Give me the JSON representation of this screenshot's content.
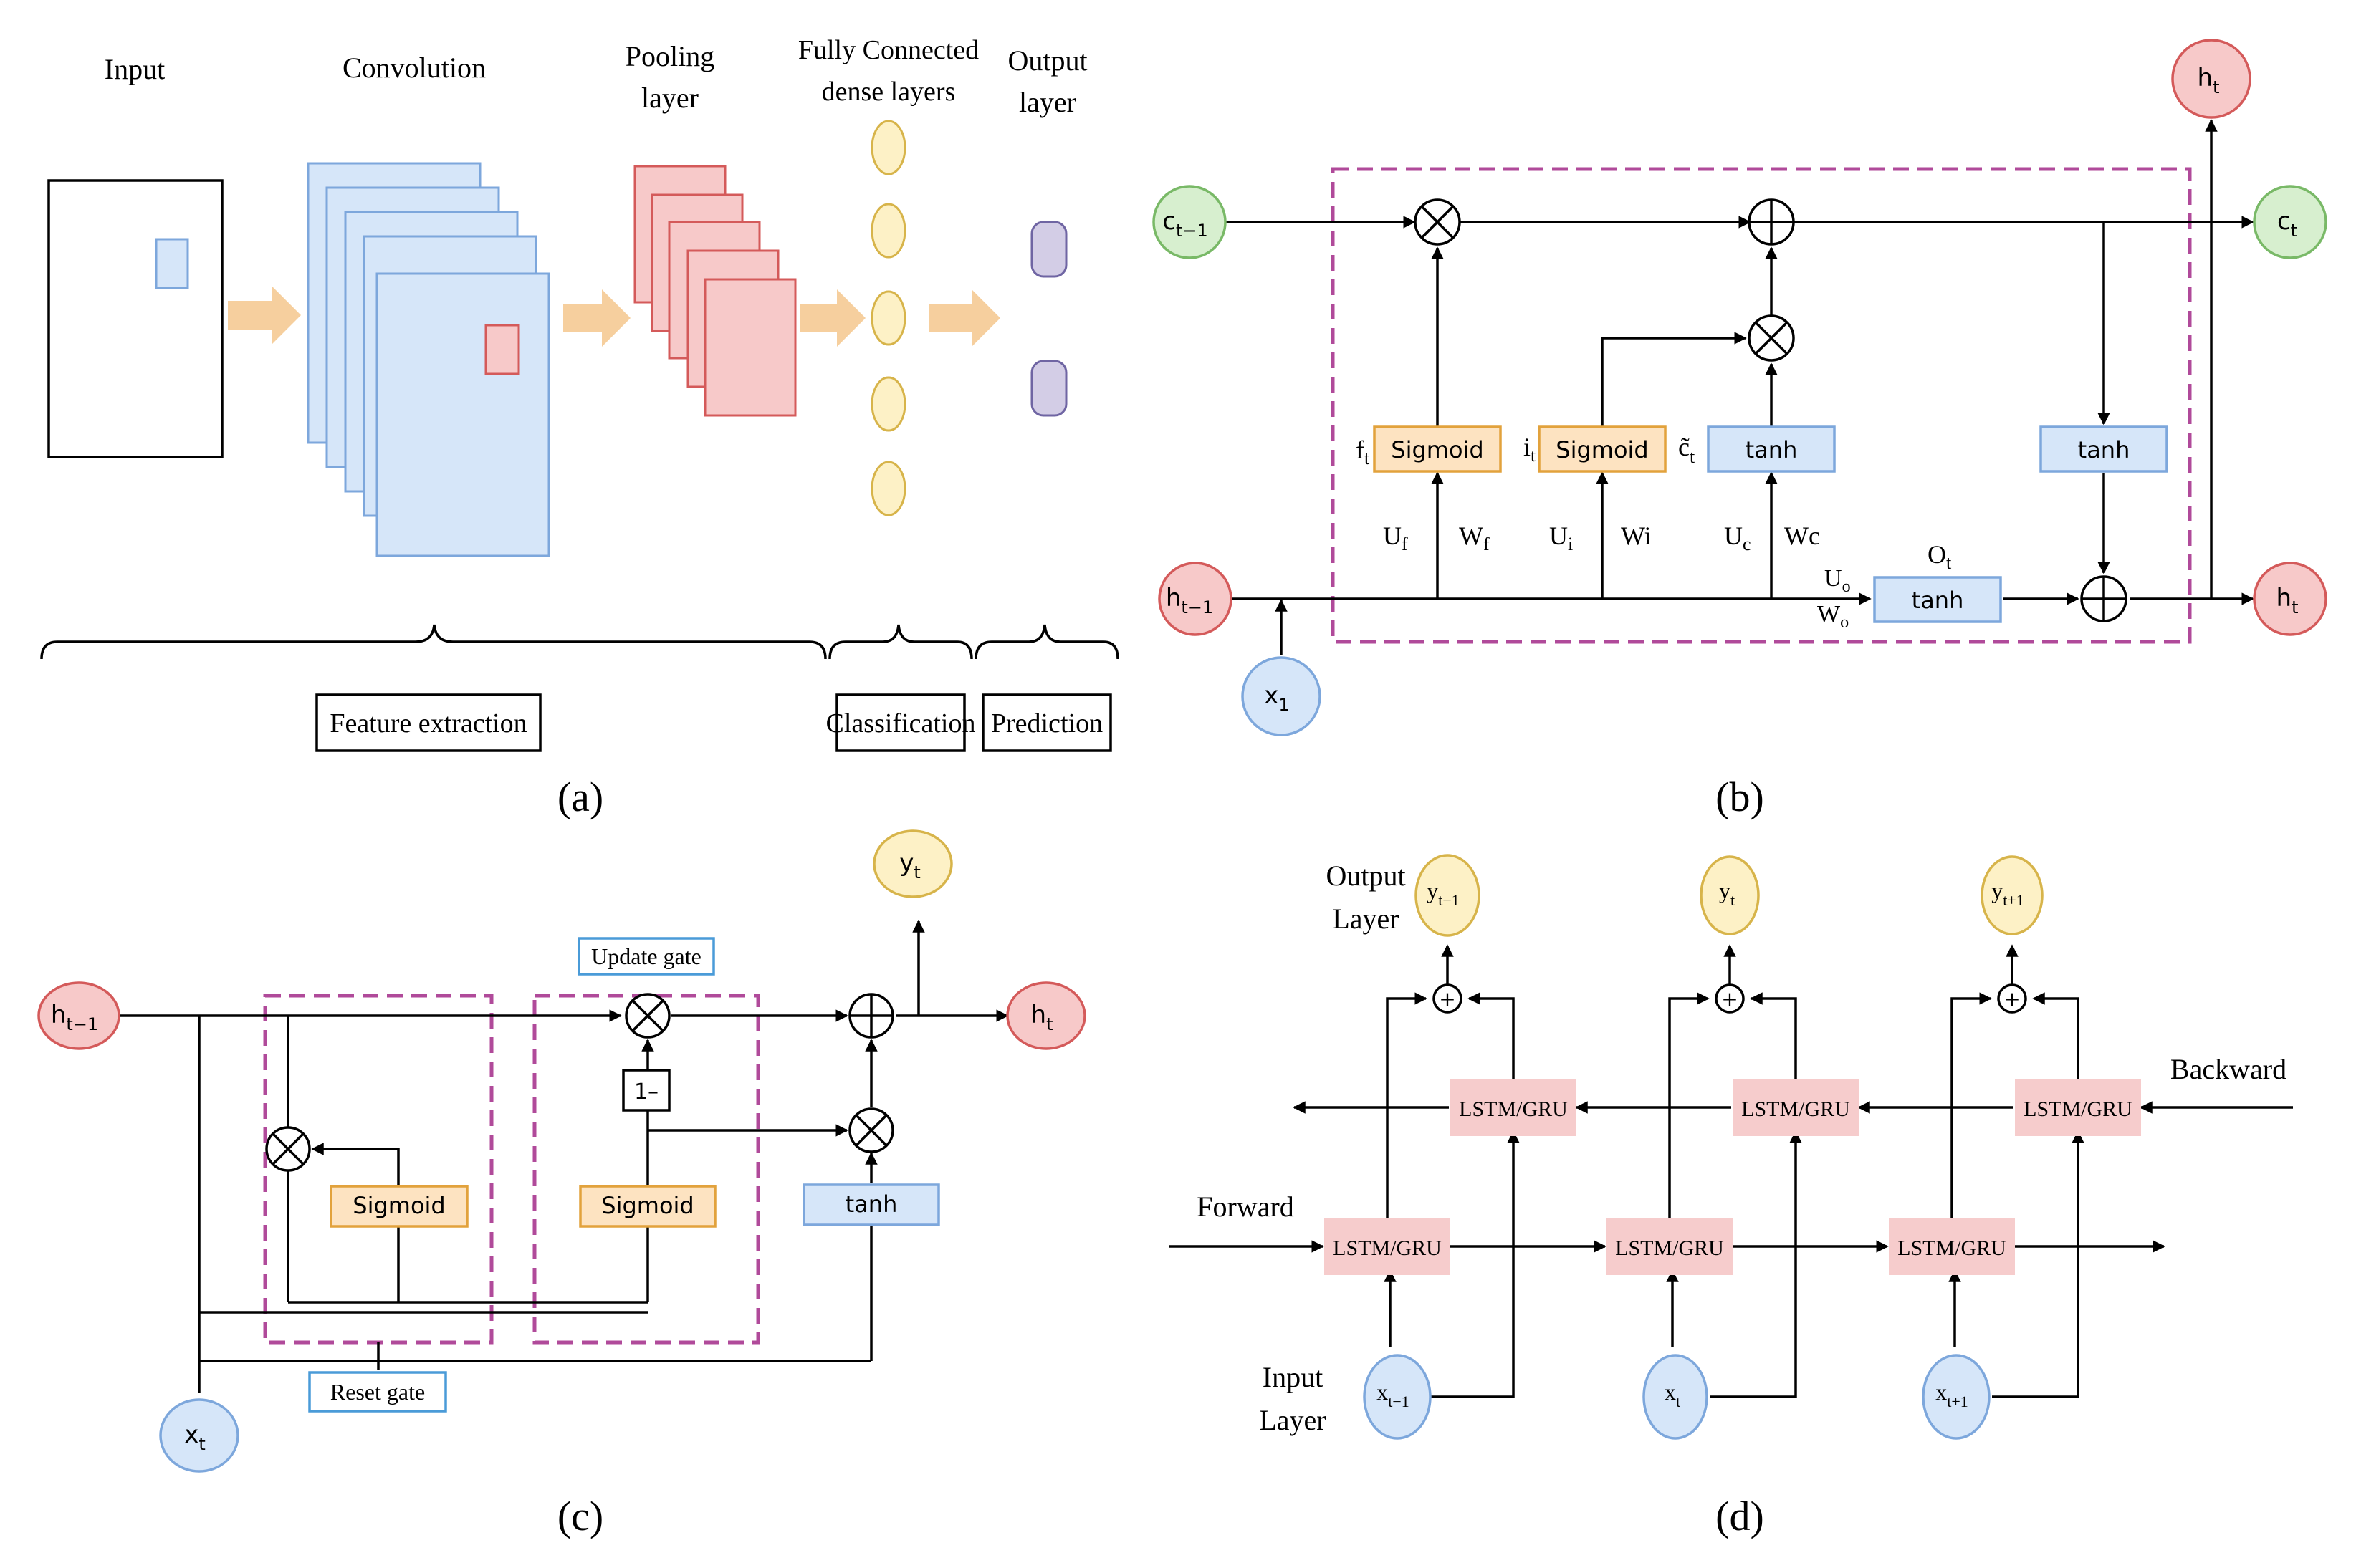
{
  "panel_a": {
    "caption": "(a)",
    "label_input": "Input",
    "label_convolution": "Convolution",
    "label_pooling": [
      "Pooling",
      "layer"
    ],
    "label_fc": [
      "Fully Connected",
      "dense layers"
    ],
    "label_output": [
      "Output",
      "layer"
    ],
    "box_feature": "Feature extraction",
    "box_classification": "Classification",
    "box_prediction": "Prediction"
  },
  "panel_b": {
    "caption": "(b)",
    "node_c_prev": "c",
    "node_c_prev_sub": "t−1",
    "node_c_out": "c",
    "node_c_out_sub": "t",
    "node_h_prev": "h",
    "node_h_prev_sub": "t−1",
    "node_h_out": "h",
    "node_h_out_sub": "t",
    "node_h_top": "h",
    "node_h_top_sub": "t",
    "node_x": "x",
    "node_x_sub": "1",
    "gate_f": "Sigmoid",
    "gate_i": "Sigmoid",
    "gate_c": "tanh",
    "gate_o": "tanh",
    "gate_right": "tanh",
    "label_ft": "f",
    "label_ft_sub": "t",
    "label_it": "i",
    "label_it_sub": "t",
    "label_ct": "c̃",
    "label_ct_sub": "t",
    "label_ot": "O",
    "label_ot_sub": "t",
    "label_uf": "U",
    "label_uf_sub": "f",
    "label_wf": "W",
    "label_wf_sub": "f",
    "label_ui": "U",
    "label_ui_sub": "i",
    "label_wi": "Wi",
    "label_uc": "U",
    "label_uc_sub": "c",
    "label_wc": "Wc",
    "label_uo": "U",
    "label_uo_sub": "o",
    "label_wo": "W",
    "label_wo_sub": "o"
  },
  "panel_c": {
    "caption": "(c)",
    "node_h_prev": "h",
    "node_h_prev_sub": "t−1",
    "node_h_out": "h",
    "node_h_out_sub": "t",
    "node_y": "y",
    "node_y_sub": "t",
    "node_x": "x",
    "node_x_sub": "t",
    "label_update": "Update gate",
    "label_reset": "Reset gate",
    "box_one_minus": "1–",
    "gate_sig_reset": "Sigmoid",
    "gate_sig_update": "Sigmoid",
    "gate_tanh": "tanh"
  },
  "panel_d": {
    "caption": "(d)",
    "label_output_layer": [
      "Output",
      "Layer"
    ],
    "label_input_layer": [
      "Input",
      "Layer"
    ],
    "label_forward": "Forward",
    "label_backward": "Backward",
    "cell_label": "LSTM/GRU",
    "outputs": [
      {
        "base": "y",
        "sub": "t−1"
      },
      {
        "base": "y",
        "sub": "t"
      },
      {
        "base": "y",
        "sub": "t+1"
      }
    ],
    "inputs": [
      {
        "base": "x",
        "sub": "t−1"
      },
      {
        "base": "x",
        "sub": "t"
      },
      {
        "base": "x",
        "sub": "t+1"
      }
    ],
    "sum_symbol": "+"
  },
  "colors": {
    "blue_fill": "#d6e6f9",
    "blue_stroke": "#7da7dc",
    "red_fill": "#f7c9c9",
    "red_stroke": "#d45a5a",
    "orange_fill": "#fde3c1",
    "orange_stroke": "#e2a23c",
    "yellow_fill": "#fdf1c6",
    "yellow_stroke": "#d7b44a",
    "green_fill": "#d7efcf",
    "green_stroke": "#79b967",
    "purple_fill": "#d3cde6",
    "purple_stroke": "#6f65a3",
    "pink_cell": "#f6cccc",
    "dash_magenta": "#b04a9a",
    "arrow_orange": "#f6cf9e"
  }
}
